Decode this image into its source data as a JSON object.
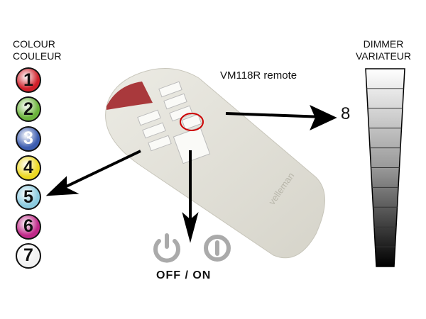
{
  "colour_heading": [
    "COLOUR",
    "COULEUR"
  ],
  "dimmer_heading": [
    "DIMMER",
    "VARIATEUR"
  ],
  "remote_label": "VM118R remote",
  "dimmer_level": "8",
  "power_label": "OFF / ON",
  "brand_text": "velleman",
  "colours": [
    {
      "num": "1",
      "color": "#d0202a",
      "text": "#111"
    },
    {
      "num": "2",
      "color": "#6cb43c",
      "text": "#111"
    },
    {
      "num": "3",
      "color": "#3c5db0",
      "text": "#fff"
    },
    {
      "num": "4",
      "color": "#ecd822",
      "text": "#111"
    },
    {
      "num": "5",
      "color": "#8ccbe0",
      "text": "#111"
    },
    {
      "num": "6",
      "color": "#c02888",
      "text": "#111"
    },
    {
      "num": "7",
      "color": "#f2f2f2",
      "text": "#111"
    }
  ]
}
